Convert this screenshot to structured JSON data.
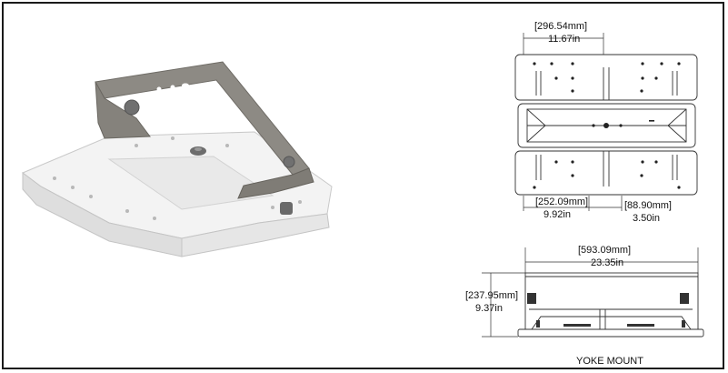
{
  "photo": {
    "subject": "yoke-mounted fixture with gray steel bracket"
  },
  "top_view": {
    "width_mm": "[296.54mm]",
    "width_in": "11.67in",
    "left_mm": "[252.09mm]",
    "left_in": "9.92in",
    "right_mm": "[88.90mm]",
    "right_in": "3.50in"
  },
  "side_view": {
    "width_mm": "[593.09mm]",
    "width_in": "23.35in",
    "height_mm": "[237.95mm]",
    "height_in": "9.37in"
  },
  "caption": "YOKE MOUNT",
  "colors": {
    "border": "#1a1a1a",
    "line": "#333333",
    "bracket": "#8d8a84",
    "housing": "#f4f4f4"
  }
}
